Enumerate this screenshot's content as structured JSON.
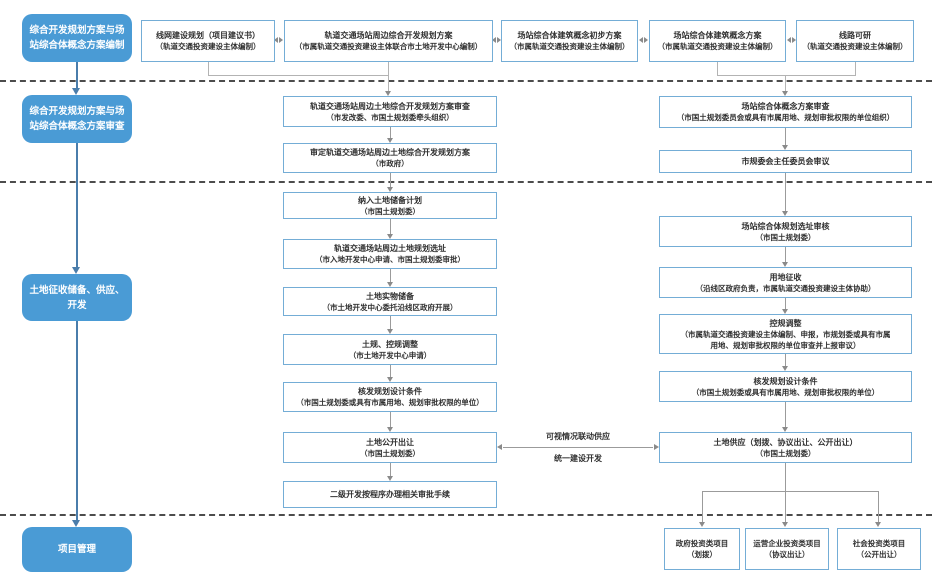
{
  "phases": {
    "p1": {
      "lines": [
        "综合开发规划方案与场",
        "站综合体概念方案编制"
      ]
    },
    "p2": {
      "lines": [
        "综合开发规划方案与场",
        "站综合体概念方案审查"
      ]
    },
    "p3": {
      "lines": [
        "土地征收储备、供应、",
        "开发"
      ]
    },
    "p4": {
      "lines": [
        "项目管理"
      ]
    }
  },
  "nodes": {
    "t1": {
      "lines": [
        "线网建设规划（项目建议书）",
        "（轨道交通投资建设主体编制）"
      ]
    },
    "t2": {
      "lines": [
        "轨道交通场站周边综合开发规划方案",
        "（市属轨道交通投资建设主体联合市土地开发中心编制）"
      ]
    },
    "t3": {
      "lines": [
        "场站综合体建筑概念初步方案",
        "（市属轨道交通投资建设主体编制）"
      ]
    },
    "t4": {
      "lines": [
        "场站综合体建筑概念方案",
        "（市属轨道交通投资建设主体编制）"
      ]
    },
    "t5": {
      "lines": [
        "线路可研",
        "（轨道交通投资建设主体编制）"
      ]
    },
    "m1": {
      "lines": [
        "轨道交通场站周边土地综合开发规划方案审查",
        "（市发改委、市国土规划委牵头组织）"
      ]
    },
    "m2": {
      "lines": [
        "审定轨道交通场站周边土地综合开发规划方案",
        "（市政府）"
      ]
    },
    "r1": {
      "lines": [
        "场站综合体概念方案审查",
        "（市国土规划委员会或具有市属用地、规划审批权限的单位组织）"
      ]
    },
    "r2": {
      "lines": [
        "市规委会主任委员会审议"
      ]
    },
    "m3": {
      "lines": [
        "纳入土地储备计划",
        "（市国土规划委）"
      ]
    },
    "m4": {
      "lines": [
        "轨道交通场站周边土地规划选址",
        "（市入地开发中心申请、市国土规划委审批）"
      ]
    },
    "m5": {
      "lines": [
        "土地实物储备",
        "（市土地开发中心委托沿线区政府开展）"
      ]
    },
    "m6": {
      "lines": [
        "土规、控规调整",
        "（市土地开发中心申请）"
      ]
    },
    "m7": {
      "lines": [
        "核发规划设计条件",
        "（市国土规划委或具有市属用地、规划审批权限的单位）"
      ]
    },
    "m8": {
      "lines": [
        "土地公开出让",
        "（市国土规划委）"
      ]
    },
    "m9": {
      "lines": [
        "二级开发按程序办理相关审批手续"
      ]
    },
    "r3": {
      "lines": [
        "场站综合体规划选址审核",
        "（市国土规划委）"
      ]
    },
    "r4": {
      "lines": [
        "用地征收",
        "（沿线区政府负责，市属轨道交通投资建设主体协助）"
      ]
    },
    "r5": {
      "lines": [
        "控规调整",
        "（市属轨道交通投资建设主体编制、申报，市规划委或具有市属",
        "用地、规划审批权限的单位审查并上报审议）"
      ]
    },
    "r6": {
      "lines": [
        "核发规划设计条件",
        "（市国土规划委或具有市属用地、规划审批权限的单位）"
      ]
    },
    "r7": {
      "lines": [
        "土地供应（划拨、协议出让、公开出让）",
        "（市国土规划委）"
      ]
    },
    "b1": {
      "lines": [
        "政府投资类项目",
        "（划拨）"
      ]
    },
    "b2": {
      "lines": [
        "运营企业投资类项目",
        "（协议出让）"
      ]
    },
    "b3": {
      "lines": [
        "社会投资类项目",
        "（公开出让）"
      ]
    }
  },
  "annotations": {
    "linked_supply_line1": "可视情况联动供应",
    "linked_supply_line2": "统一建设开发"
  },
  "colors": {
    "phase_fill": "#4a9bd5",
    "phase_text": "#ffffff",
    "box_border": "#74add6",
    "box_text": "#303030",
    "connector_gray": "#9b9b9b",
    "connector_blue": "#4a7dab",
    "dashed_divider": "#4c4c4c"
  }
}
